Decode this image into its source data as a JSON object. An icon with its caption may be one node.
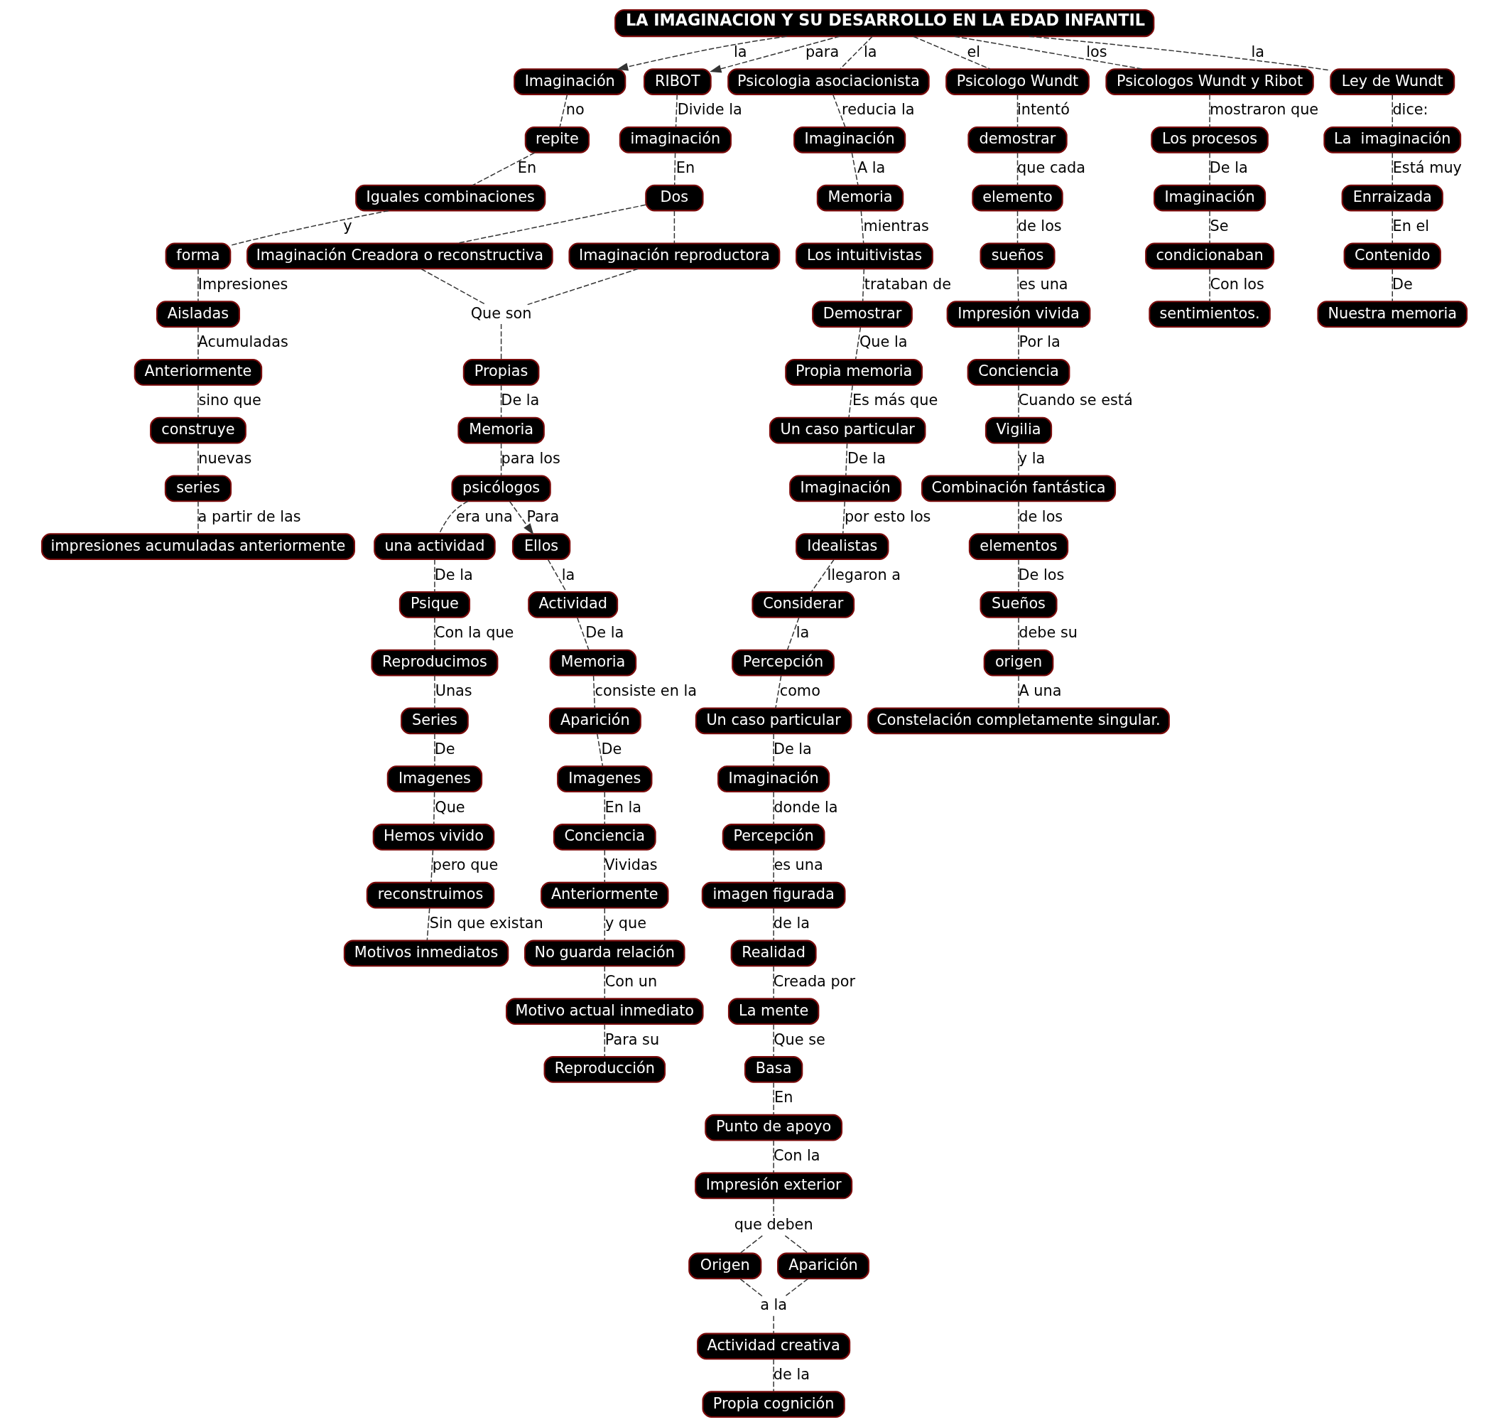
{
  "diagram": {
    "nodes": [
      {
        "text": [
          "LA IMAGINACION Y SU DESARROLLO EN LA EDAD INFANTIL"
        ]
      },
      {
        "text": [
          "Imaginación"
        ]
      },
      {
        "text": [
          "repite"
        ]
      },
      {
        "text": [
          "Iguales combinaciones"
        ]
      },
      {
        "text": [
          "forma"
        ]
      },
      {
        "text": [
          "Aisladas"
        ]
      },
      {
        "text": [
          "Anteriormente"
        ]
      },
      {
        "text": [
          "construye"
        ]
      },
      {
        "text": [
          "series"
        ]
      },
      {
        "text": [
          "impresiones acumuladas anteriormente"
        ]
      },
      {
        "text": [
          "RIBOT"
        ]
      },
      {
        "text": [
          "imaginación"
        ]
      },
      {
        "text": [
          "Dos"
        ]
      },
      {
        "text": [
          "Imaginación Creadora o reconstructiva"
        ]
      },
      {
        "text": [
          "Imaginación reproductora"
        ]
      },
      {
        "text": [
          "Que son"
        ]
      },
      {
        "text": [
          "Propias"
        ]
      },
      {
        "text": [
          "Memoria"
        ]
      },
      {
        "text": [
          "psicólogos"
        ]
      },
      {
        "text": [
          "una actividad"
        ]
      },
      {
        "text": [
          "Psique"
        ]
      },
      {
        "text": [
          "Reproducimos"
        ]
      },
      {
        "text": [
          "Series"
        ]
      },
      {
        "text": [
          "Imagenes"
        ]
      },
      {
        "text": [
          "Hemos vivido"
        ]
      },
      {
        "text": [
          "reconstruimos"
        ]
      },
      {
        "text": [
          "Motivos inmediatos"
        ]
      },
      {
        "text": [
          "Ellos"
        ]
      },
      {
        "text": [
          "Actividad"
        ]
      },
      {
        "text": [
          "Memoria"
        ]
      },
      {
        "text": [
          "Aparición"
        ]
      },
      {
        "text": [
          "Imagenes"
        ]
      },
      {
        "text": [
          "Conciencia"
        ]
      },
      {
        "text": [
          "Anteriormente"
        ]
      },
      {
        "text": [
          "No guarda relación"
        ]
      },
      {
        "text": [
          "Motivo actual inmediato"
        ]
      },
      {
        "text": [
          "Reproducción"
        ]
      },
      {
        "text": [
          "Psicologia asociacionista"
        ]
      },
      {
        "text": [
          "Imaginación"
        ]
      },
      {
        "text": [
          "Memoria"
        ]
      },
      {
        "text": [
          "Los intuitivistas"
        ]
      },
      {
        "text": [
          "Demostrar"
        ]
      },
      {
        "text": [
          "Propia memoria"
        ]
      },
      {
        "text": [
          "Un caso particular"
        ]
      },
      {
        "text": [
          "Imaginación"
        ]
      },
      {
        "text": [
          "Idealistas"
        ]
      },
      {
        "text": [
          "Considerar"
        ]
      },
      {
        "text": [
          "Percepción"
        ]
      },
      {
        "text": [
          "Un caso particular"
        ]
      },
      {
        "text": [
          "Imaginación"
        ]
      },
      {
        "text": [
          "Percepción"
        ]
      },
      {
        "text": [
          "imagen figurada"
        ]
      },
      {
        "text": [
          "Realidad"
        ]
      },
      {
        "text": [
          "La mente"
        ]
      },
      {
        "text": [
          "Basa"
        ]
      },
      {
        "text": [
          "Punto de apoyo"
        ]
      },
      {
        "text": [
          "Impresión exterior"
        ]
      },
      {
        "text": [
          "que deben"
        ]
      },
      {
        "text": [
          "Origen"
        ]
      },
      {
        "text": [
          "Aparición"
        ]
      },
      {
        "text": [
          "a la"
        ]
      },
      {
        "text": [
          "Actividad creativa"
        ]
      },
      {
        "text": [
          "Propia cognición"
        ]
      },
      {
        "text": [
          "Psicologo Wundt"
        ]
      },
      {
        "text": [
          "demostrar"
        ]
      },
      {
        "text": [
          "elemento"
        ]
      },
      {
        "text": [
          "sueños"
        ]
      },
      {
        "text": [
          "Impresión vivida"
        ]
      },
      {
        "text": [
          "Conciencia"
        ]
      },
      {
        "text": [
          "Vigilia"
        ]
      },
      {
        "text": [
          "Combinación fantástica"
        ]
      },
      {
        "text": [
          "elementos"
        ]
      },
      {
        "text": [
          "Sueños"
        ]
      },
      {
        "text": [
          "origen"
        ]
      },
      {
        "text": [
          "Constelación completamente singular."
        ]
      },
      {
        "text": [
          "Psicologos Wundt y Ribot"
        ]
      },
      {
        "text": [
          "Los procesos"
        ]
      },
      {
        "text": [
          "Imaginación"
        ]
      },
      {
        "text": [
          "condicionaban"
        ]
      },
      {
        "text": [
          "sentimientos."
        ]
      },
      {
        "text": [
          "Ley de Wundt"
        ]
      },
      {
        "text": [
          "La  imaginación"
        ]
      },
      {
        "text": [
          "Enrraizada"
        ]
      },
      {
        "text": [
          "Contenido"
        ]
      },
      {
        "text": [
          "Nuestra memoria"
        ]
      }
    ],
    "edges": [
      {
        "from": 0,
        "to": 1,
        "arrow": "to",
        "label": "la",
        "style": "dashed"
      },
      {
        "from": 1,
        "to": 2,
        "arrow": "none",
        "label": "no",
        "style": "dashed"
      },
      {
        "from": 2,
        "to": 3,
        "arrow": "none",
        "label": "En",
        "style": "dashed"
      },
      {
        "from": 3,
        "to": 4,
        "arrow": "none",
        "label": "y",
        "style": "dashed"
      },
      {
        "from": 4,
        "to": 5,
        "arrow": "none",
        "label": "Impresiones",
        "style": "dashed"
      },
      {
        "from": 5,
        "to": 6,
        "arrow": "none",
        "label": "Acumuladas",
        "style": "dashed"
      },
      {
        "from": 6,
        "to": 7,
        "arrow": "none",
        "label": "sino que",
        "style": "dashed"
      },
      {
        "from": 7,
        "to": 8,
        "arrow": "none",
        "label": "nuevas",
        "style": "dashed"
      },
      {
        "from": 8,
        "to": 9,
        "arrow": "none",
        "label": "a partir de las",
        "style": "dashed"
      },
      {
        "from": 0,
        "to": 10,
        "arrow": "to",
        "label": "para",
        "style": "dashed"
      },
      {
        "from": 10,
        "to": 11,
        "arrow": "none",
        "label": "Divide la",
        "style": "dashed"
      },
      {
        "from": 11,
        "to": 12,
        "arrow": "none",
        "label": "En",
        "style": "dashed"
      },
      {
        "from": 12,
        "to": 13,
        "arrow": "none",
        "style": "dashed"
      },
      {
        "from": 12,
        "to": 14,
        "arrow": "none",
        "style": "dashed"
      },
      {
        "from": 13,
        "to": 15,
        "arrow": "none",
        "style": "dashed"
      },
      {
        "from": 14,
        "to": 15,
        "arrow": "none",
        "style": "dashed"
      },
      {
        "from": 15,
        "to": 16,
        "arrow": "none",
        "style": "dashed"
      },
      {
        "from": 16,
        "to": 17,
        "arrow": "none",
        "label": "De la",
        "style": "dashed"
      },
      {
        "from": 17,
        "to": 18,
        "arrow": "none",
        "label": "para los",
        "style": "dashed"
      },
      {
        "from": 18,
        "to": 19,
        "arrow": "none",
        "label": "era una",
        "style": "dashed"
      },
      {
        "from": 19,
        "to": 20,
        "arrow": "none",
        "label": "De la",
        "style": "dashed"
      },
      {
        "from": 20,
        "to": 21,
        "arrow": "none",
        "label": "Con la que",
        "style": "dashed"
      },
      {
        "from": 21,
        "to": 22,
        "arrow": "none",
        "label": "Unas",
        "style": "dashed"
      },
      {
        "from": 22,
        "to": 23,
        "arrow": "none",
        "label": "De",
        "style": "dashed"
      },
      {
        "from": 23,
        "to": 24,
        "arrow": "none",
        "label": "Que",
        "style": "dashed"
      },
      {
        "from": 24,
        "to": 25,
        "arrow": "none",
        "label": "pero que",
        "style": "dashed"
      },
      {
        "from": 25,
        "to": 26,
        "arrow": "none",
        "label": "Sin que existan",
        "style": "dashed"
      },
      {
        "from": 18,
        "to": 27,
        "arrow": "to",
        "label": "Para",
        "style": "dashed"
      },
      {
        "from": 27,
        "to": 28,
        "arrow": "none",
        "label": "la",
        "style": "dashed"
      },
      {
        "from": 28,
        "to": 29,
        "arrow": "none",
        "label": "De la",
        "style": "dashed"
      },
      {
        "from": 29,
        "to": 30,
        "arrow": "none",
        "label": "consiste en la",
        "style": "dashed"
      },
      {
        "from": 30,
        "to": 31,
        "arrow": "none",
        "label": "De",
        "style": "dashed"
      },
      {
        "from": 31,
        "to": 32,
        "arrow": "none",
        "label": "En la",
        "style": "dashed"
      },
      {
        "from": 32,
        "to": 33,
        "arrow": "none",
        "label": "Vividas",
        "style": "dashed"
      },
      {
        "from": 33,
        "to": 34,
        "arrow": "none",
        "label": "y que",
        "style": "dashed"
      },
      {
        "from": 34,
        "to": 35,
        "arrow": "none",
        "label": "Con un",
        "style": "dashed"
      },
      {
        "from": 35,
        "to": 36,
        "arrow": "none",
        "label": "Para su",
        "style": "dashed"
      },
      {
        "from": 0,
        "to": 37,
        "arrow": "none",
        "label": "la",
        "style": "dashed"
      },
      {
        "from": 37,
        "to": 38,
        "arrow": "none",
        "label": "reducia la",
        "style": "dashed"
      },
      {
        "from": 38,
        "to": 39,
        "arrow": "none",
        "label": "A la",
        "style": "dashed"
      },
      {
        "from": 39,
        "to": 40,
        "arrow": "none",
        "label": "mientras",
        "style": "dashed"
      },
      {
        "from": 40,
        "to": 41,
        "arrow": "none",
        "label": "trataban de",
        "style": "dashed"
      },
      {
        "from": 41,
        "to": 42,
        "arrow": "none",
        "label": "Que la",
        "style": "dashed"
      },
      {
        "from": 42,
        "to": 43,
        "arrow": "none",
        "label": "Es más que",
        "style": "dashed"
      },
      {
        "from": 43,
        "to": 44,
        "arrow": "none",
        "label": "De la",
        "style": "dashed"
      },
      {
        "from": 44,
        "to": 45,
        "arrow": "none",
        "label": "por esto los",
        "style": "dashed"
      },
      {
        "from": 45,
        "to": 46,
        "arrow": "none",
        "label": "llegaron a",
        "style": "dashed"
      },
      {
        "from": 46,
        "to": 47,
        "arrow": "none",
        "label": "la",
        "style": "dashed"
      },
      {
        "from": 47,
        "to": 48,
        "arrow": "none",
        "label": "como",
        "style": "dashed"
      },
      {
        "from": 48,
        "to": 49,
        "arrow": "none",
        "label": "De la",
        "style": "dashed"
      },
      {
        "from": 49,
        "to": 50,
        "arrow": "none",
        "label": "donde la",
        "style": "dashed"
      },
      {
        "from": 50,
        "to": 51,
        "arrow": "none",
        "label": "es una",
        "style": "dashed"
      },
      {
        "from": 51,
        "to": 52,
        "arrow": "none",
        "label": "de la",
        "style": "dashed"
      },
      {
        "from": 52,
        "to": 53,
        "arrow": "none",
        "label": "Creada por",
        "style": "dashed"
      },
      {
        "from": 53,
        "to": 54,
        "arrow": "none",
        "label": "Que se",
        "style": "dashed"
      },
      {
        "from": 54,
        "to": 55,
        "arrow": "none",
        "label": "En",
        "style": "dashed"
      },
      {
        "from": 55,
        "to": 56,
        "arrow": "none",
        "label": "Con la",
        "style": "dashed"
      },
      {
        "from": 56,
        "to": 57,
        "arrow": "none",
        "style": "dashed"
      },
      {
        "from": 57,
        "to": 58,
        "arrow": "none",
        "style": "dashed"
      },
      {
        "from": 57,
        "to": 59,
        "arrow": "none",
        "style": "dashed"
      },
      {
        "from": 58,
        "to": 60,
        "arrow": "none",
        "style": "dashed"
      },
      {
        "from": 59,
        "to": 60,
        "arrow": "none",
        "style": "dashed"
      },
      {
        "from": 60,
        "to": 61,
        "arrow": "none",
        "style": "dashed"
      },
      {
        "from": 61,
        "to": 62,
        "arrow": "none",
        "label": "de la",
        "style": "dashed"
      },
      {
        "from": 0,
        "to": 63,
        "arrow": "none",
        "label": "el",
        "style": "dashed"
      },
      {
        "from": 63,
        "to": 64,
        "arrow": "none",
        "label": "intentó",
        "style": "dashed"
      },
      {
        "from": 64,
        "to": 65,
        "arrow": "none",
        "label": "que cada",
        "style": "dashed"
      },
      {
        "from": 65,
        "to": 66,
        "arrow": "none",
        "label": "de los",
        "style": "dashed"
      },
      {
        "from": 66,
        "to": 67,
        "arrow": "none",
        "label": "es una",
        "style": "dashed"
      },
      {
        "from": 67,
        "to": 68,
        "arrow": "none",
        "label": "Por la",
        "style": "dashed"
      },
      {
        "from": 68,
        "to": 69,
        "arrow": "none",
        "label": "Cuando se está",
        "style": "dashed"
      },
      {
        "from": 69,
        "to": 70,
        "arrow": "none",
        "label": "y la",
        "style": "dashed"
      },
      {
        "from": 70,
        "to": 71,
        "arrow": "none",
        "label": "de los",
        "style": "dashed"
      },
      {
        "from": 71,
        "to": 72,
        "arrow": "none",
        "label": "De los",
        "style": "dashed"
      },
      {
        "from": 72,
        "to": 73,
        "arrow": "none",
        "label": "debe su",
        "style": "dashed"
      },
      {
        "from": 73,
        "to": 74,
        "arrow": "none",
        "label": "A una",
        "style": "dashed"
      },
      {
        "from": 0,
        "to": 75,
        "arrow": "none",
        "label": "los",
        "style": "dashed"
      },
      {
        "from": 75,
        "to": 76,
        "arrow": "none",
        "label": "mostraron que",
        "style": "dashed"
      },
      {
        "from": 76,
        "to": 77,
        "arrow": "none",
        "label": "De la",
        "style": "dashed"
      },
      {
        "from": 77,
        "to": 78,
        "arrow": "none",
        "label": "Se",
        "style": "dashed"
      },
      {
        "from": 78,
        "to": 79,
        "arrow": "none",
        "label": "Con los",
        "style": "dashed"
      },
      {
        "from": 0,
        "to": 80,
        "arrow": "none",
        "label": "la",
        "style": "dashed"
      },
      {
        "from": 80,
        "to": 81,
        "arrow": "none",
        "label": "dice:",
        "style": "dashed"
      },
      {
        "from": 81,
        "to": 82,
        "arrow": "none",
        "label": "Está muy",
        "style": "dashed"
      },
      {
        "from": 82,
        "to": 83,
        "arrow": "none",
        "label": "En el",
        "style": "dashed"
      },
      {
        "from": 83,
        "to": 84,
        "arrow": "none",
        "label": "De",
        "style": "dashed"
      }
    ]
  }
}
